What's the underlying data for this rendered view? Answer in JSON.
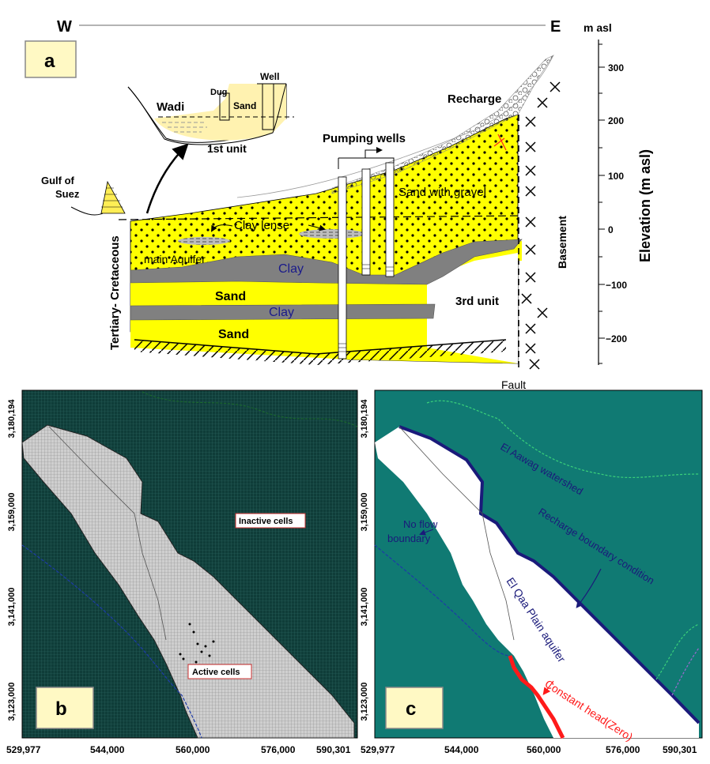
{
  "panel_a": {
    "label": "a",
    "west": "W",
    "east": "E",
    "wadi": "Wadi",
    "dug": "Dug",
    "well": "Well",
    "sand_small": "Sand",
    "first_unit": "1st unit",
    "gulf_line1": "Gulf of",
    "gulf_line2": "Suez",
    "pumping_wells": "Pumping wells",
    "recharge": "Recharge",
    "sand_with_gravel": "Sand with gravel",
    "clay_lense": "Clay lense",
    "main_aquifer": "main Aquifer",
    "clay_upper": "Clay",
    "clay_lower": "Clay",
    "sand_upper": "Sand",
    "sand_lower": "Sand",
    "third_unit": "3rd unit",
    "tertiary": "Tertiary- Cretaceous",
    "basement": "Basement",
    "fault": "Fault",
    "axis_unit": "m asl",
    "axis_title": "Elevation (m asl)",
    "ticks": [
      "300",
      "200",
      "100",
      "0",
      "−100",
      "−200"
    ]
  },
  "panel_b": {
    "label": "b",
    "inactive": "Inactive cells",
    "active": "Active cells",
    "y_ticks": [
      "3,180,194",
      "3,159,000",
      "3,141,000",
      "3,123,000"
    ],
    "x_ticks": [
      "529,977",
      "544,000",
      "560,000",
      "576,000",
      "590,301"
    ]
  },
  "panel_c": {
    "label": "c",
    "watershed": "El Aawag watershed",
    "recharge_boundary": "Recharge boundary condition",
    "no_flow_line1": "No flow",
    "no_flow_line2": "boundary",
    "aquifer": "El Qaa Plain aquifer",
    "constant_head": "Constant head(Zero)",
    "y_ticks": [
      "3,180,194",
      "3,159,000",
      "3,141,000",
      "3,123,000"
    ],
    "x_ticks": [
      "529,977",
      "544,000",
      "560,000",
      "576,000",
      "590,301"
    ]
  },
  "colors": {
    "sand": "#ffff00",
    "clay": "#808080",
    "map_bg_b": "#0f3d39",
    "map_bg_c": "#107a73",
    "boundary": "#1a1a7a",
    "constant_head": "#ff1a1a"
  }
}
